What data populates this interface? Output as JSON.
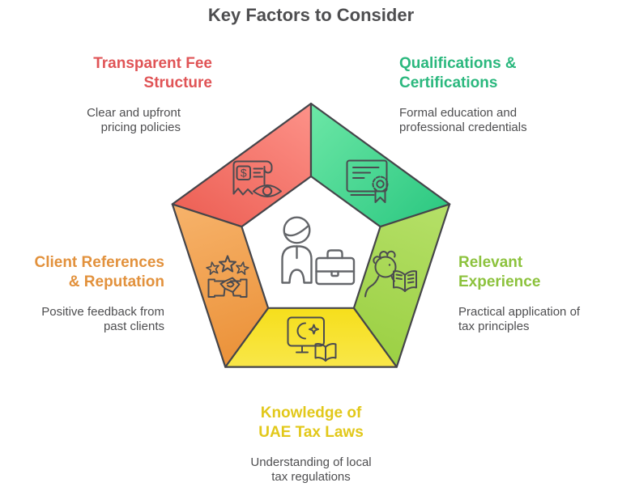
{
  "title": "Key Factors to Consider",
  "text_color": "#4e4e50",
  "outline_color": "#45454a",
  "glyphs": {
    "dollar": "$"
  },
  "center": {
    "icon": "professional-with-briefcase-icon",
    "background": "#ffffff"
  },
  "factors": [
    {
      "name": "Transparent Fee Structure",
      "position": "top-left",
      "title_line1": "Transparent Fee",
      "title_line2": "Structure",
      "desc_line1": "Clear and upfront",
      "desc_line2": "pricing policies",
      "title_color": "#e05456",
      "segment_gradient": [
        "#fd9289",
        "#ed6156"
      ],
      "icon": "receipt-eye-icon"
    },
    {
      "name": "Qualifications & Certifications",
      "position": "top-right",
      "title_line1": "Qualifications &",
      "title_line2": "Certifications",
      "desc_line1": "Formal education and",
      "desc_line2": "professional credentials",
      "title_color": "#2bb87e",
      "segment_gradient": [
        "#6ce7a6",
        "#2ac780"
      ],
      "icon": "certificate-award-icon"
    },
    {
      "name": "Relevant Experience",
      "position": "right",
      "title_line1": "Relevant",
      "title_line2": "Experience",
      "desc_line1": "Practical application of",
      "desc_line2": "tax principles",
      "title_color": "#8cc23d",
      "segment_gradient": [
        "#b4df66",
        "#9bd043"
      ],
      "icon": "reading-person-icon"
    },
    {
      "name": "Knowledge of UAE Tax Laws",
      "position": "bottom",
      "title_line1": "Knowledge of",
      "title_line2": "UAE Tax Laws",
      "desc_line1": "Understanding of local",
      "desc_line2": "tax regulations",
      "title_color": "#e2c81a",
      "segment_gradient": [
        "#f6df1e",
        "#f9e74a"
      ],
      "icon": "uae-law-screen-book-icon"
    },
    {
      "name": "Client References & Reputation",
      "position": "left",
      "title_line1": "Client References",
      "title_line2": "& Reputation",
      "desc_line1": "Positive feedback from",
      "desc_line2": "past clients",
      "title_color": "#e2913c",
      "segment_gradient": [
        "#f6b168",
        "#eb9138"
      ],
      "icon": "stars-handshake-icon"
    }
  ]
}
